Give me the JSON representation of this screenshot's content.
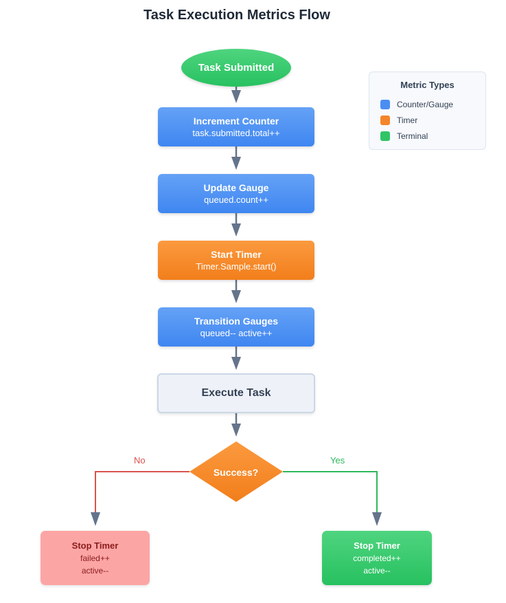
{
  "title": "Task Execution Metrics Flow",
  "nodes": {
    "start": {
      "label": "Task Submitted"
    },
    "counter": {
      "label": "Increment Counter",
      "sub": "task.submitted.total++"
    },
    "gauge": {
      "label": "Update Gauge",
      "sub": "queued.count++"
    },
    "timer": {
      "label": "Start Timer",
      "sub": "Timer.Sample.start()"
    },
    "transition": {
      "label": "Transition Gauges",
      "sub": "queued-- active++"
    },
    "execute": {
      "label": "Execute Task"
    },
    "decision": {
      "label": "Success?"
    },
    "failed": {
      "label": "Stop Timer",
      "line1": "failed++",
      "line2": "active--"
    },
    "completed": {
      "label": "Stop Timer",
      "line1": "completed++",
      "line2": "active--"
    }
  },
  "branches": {
    "no": "No",
    "yes": "Yes"
  },
  "legend": {
    "title": "Metric Types",
    "items": [
      {
        "label": "Counter/Gauge",
        "color": "#4a8ef3"
      },
      {
        "label": "Timer",
        "color": "#f4852a"
      },
      {
        "label": "Terminal",
        "color": "#30c566"
      }
    ]
  },
  "colors": {
    "arrow": "#64748b",
    "no_branch": "#d9534f",
    "yes_branch": "#2eb85c",
    "decision": "#f4852a"
  }
}
